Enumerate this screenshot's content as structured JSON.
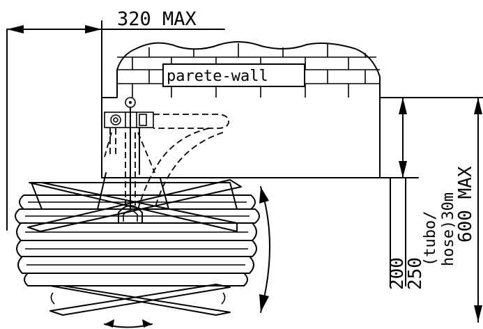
{
  "diagram": {
    "width_dimension": "320 MAX",
    "wall_label": "parete-wall",
    "height_dimension": "600 MAX",
    "hose_label_line1": "(tubo/",
    "hose_label_line2": "hose)30m",
    "dim_200": "200",
    "dim_250": "250"
  }
}
